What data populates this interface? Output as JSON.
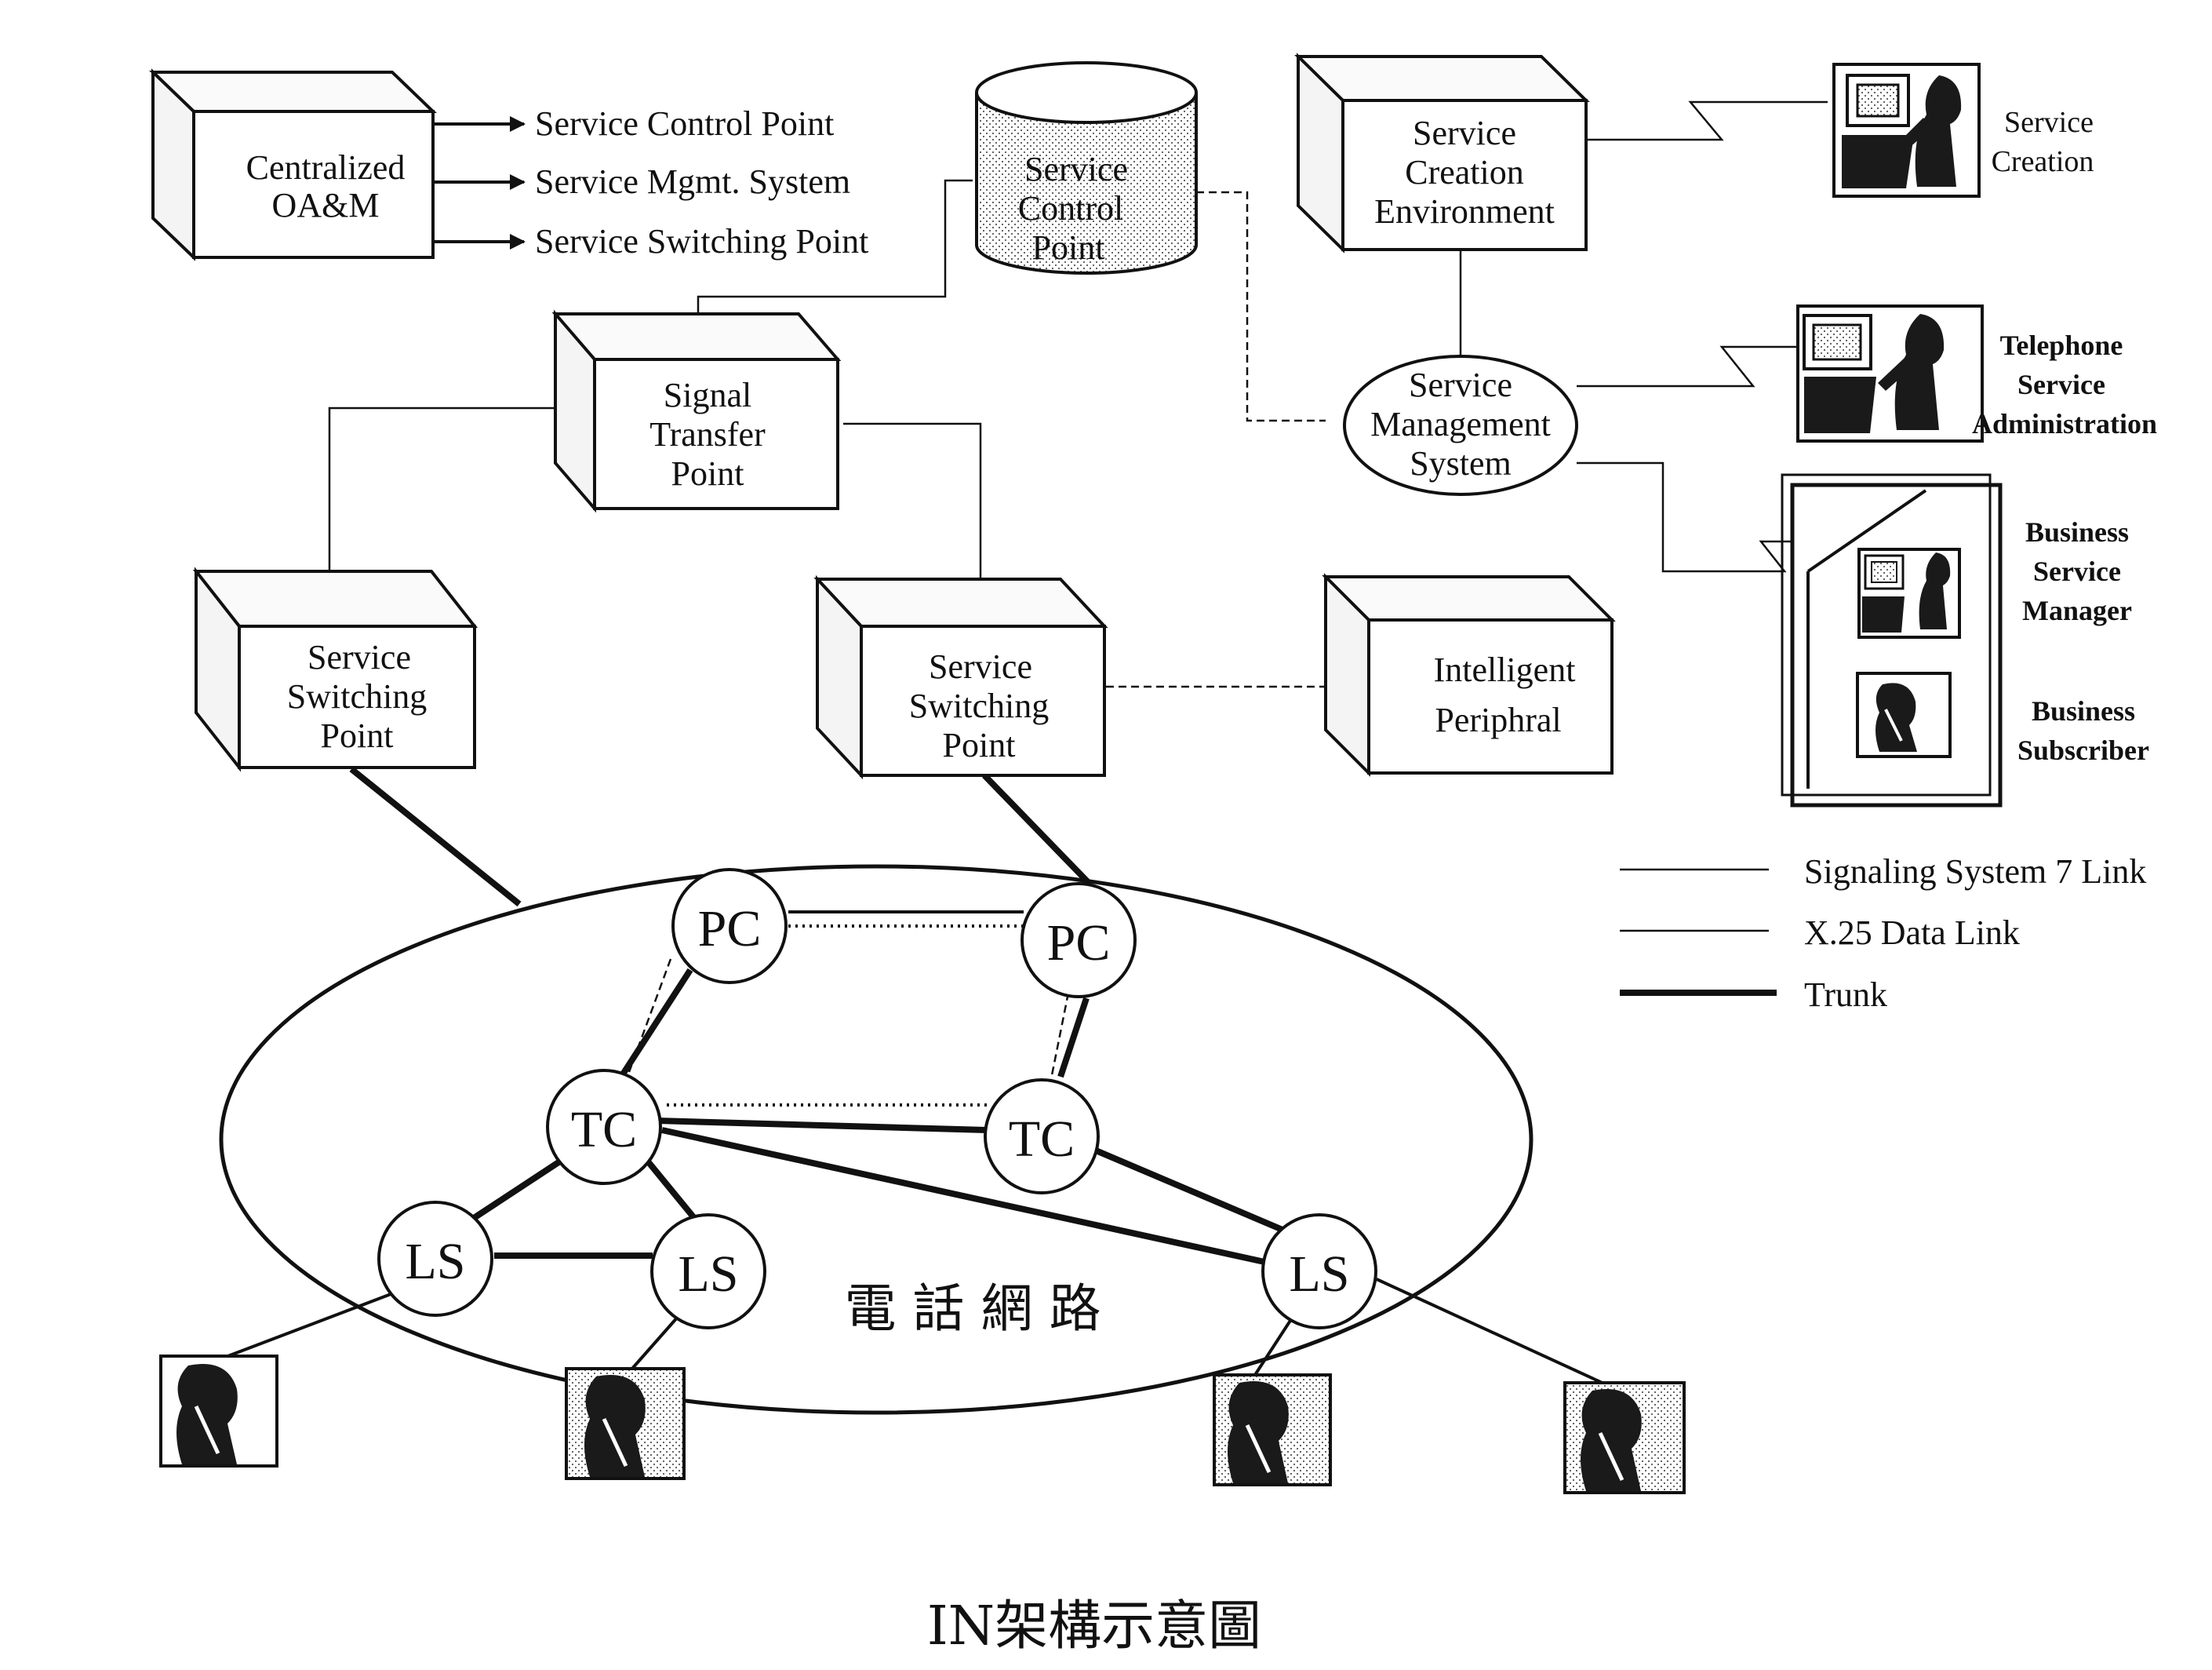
{
  "oam": {
    "label_line1": "Centralized",
    "label_line2": "OA&M",
    "targets": [
      "Service Control Point",
      "Service Mgmt. System",
      "Service Switching Point"
    ]
  },
  "scp": {
    "line1": "Service",
    "line2": "Control",
    "line3": "Point"
  },
  "sce": {
    "line1": "Service",
    "line2": "Creation",
    "line3": "Environment"
  },
  "stp": {
    "line1": "Signal",
    "line2": "Transfer",
    "line3": "Point"
  },
  "sms": {
    "line1": "Service",
    "line2": "Management",
    "line3": "System"
  },
  "ssp_left": {
    "line1": "Service",
    "line2": "Switching",
    "line3": "Point"
  },
  "ssp_right": {
    "line1": "Service",
    "line2": "Switching",
    "line3": "Point"
  },
  "ip": {
    "line1": "Intelligent",
    "line2": "Periphral"
  },
  "terminals": {
    "service_creation": {
      "line1": "Service",
      "line2": "Creation"
    },
    "telephone_admin": {
      "line1": "Telephone",
      "line2": "Service",
      "line3": "Administration"
    },
    "business_manager": {
      "line1": "Business",
      "line2": "Service",
      "line3": "Manager"
    },
    "business_subscriber": {
      "line1": "Business",
      "line2": "Subscriber"
    }
  },
  "network": {
    "pc_left": "PC",
    "pc_right": "PC",
    "tc_left": "TC",
    "tc_right": "TC",
    "ls_left": "LS",
    "ls_mid": "LS",
    "ls_right": "LS",
    "label": "電 話 網 路"
  },
  "legend": [
    "Signaling System 7 Link",
    "X.25 Data Link",
    "Trunk"
  ],
  "caption": "IN架構示意圖"
}
